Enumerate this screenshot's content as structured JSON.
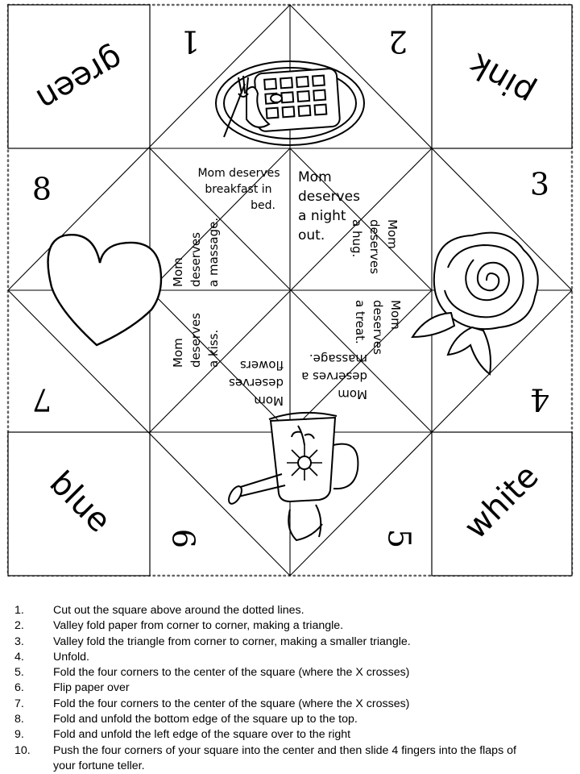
{
  "corner_colors": {
    "top_left": "green",
    "top_right": "pink",
    "bottom_left": "blue",
    "bottom_right": "white"
  },
  "flap_numbers": [
    "1",
    "2",
    "3",
    "4",
    "5",
    "6",
    "7",
    "8"
  ],
  "fortunes": {
    "breakfast": [
      "Mom deserves",
      "breakfast in",
      "bed."
    ],
    "night_out": [
      "Mom",
      "deserves",
      "a night",
      "out."
    ],
    "hug": [
      "Mom",
      "deserves",
      "a hug."
    ],
    "treat": [
      "Mom",
      "deserves",
      "a treat."
    ],
    "massage": [
      "Mom",
      "deserves a",
      "massage."
    ],
    "flowers": [
      "Mom",
      "deserves",
      "flowers"
    ],
    "kiss": [
      "Mom",
      "deserves",
      "a kiss."
    ],
    "massage_2": [
      "Mom",
      "deserves",
      "a massage."
    ]
  },
  "pictures": [
    "waffle-icon",
    "rose-icon",
    "watering-can-icon",
    "heart-icon"
  ],
  "instructions": [
    {
      "n": "1.",
      "text": "Cut out the square above around the dotted lines."
    },
    {
      "n": "2.",
      "text": "Valley fold paper from corner to corner, making a triangle."
    },
    {
      "n": "3.",
      "text": "Valley fold the triangle from corner to corner, making a smaller triangle."
    },
    {
      "n": "4.",
      "text": "Unfold."
    },
    {
      "n": "5.",
      "text": "Fold the four corners to the center of the square (where the X crosses)"
    },
    {
      "n": "6.",
      "text": "Flip paper over"
    },
    {
      "n": "7.",
      "text": "Fold the four corners to the center of the square (where the X crosses)"
    },
    {
      "n": "8.",
      "text": "Fold and unfold the bottom edge of the square up to the top."
    },
    {
      "n": "9.",
      "text": "Fold and unfold the left edge of the square over to the right"
    },
    {
      "n": "10.",
      "text": "Push the four corners of your square into the center and then slide 4 fingers into the flaps of your fortune  teller."
    }
  ]
}
